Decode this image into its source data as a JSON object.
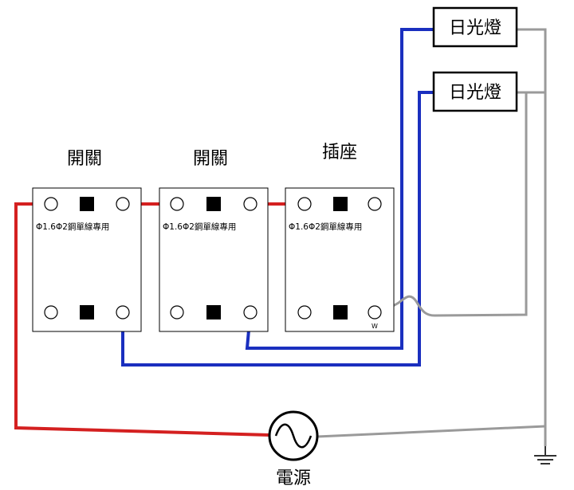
{
  "labels": {
    "switch_1": "開關",
    "switch_2": "開關",
    "outlet": "插座",
    "lamp_1": "日光燈",
    "lamp_2": "日光燈",
    "power": "電源"
  },
  "blocks": {
    "spec_1": "Φ1.6Φ2鋼單線專用",
    "spec_2": "Φ1.6Φ2鋼單線專用",
    "spec_3": "Φ1.6Φ2鋼單線專用",
    "terminal_w": "W"
  },
  "colors": {
    "live_wire": "#d42020",
    "switched_wire": "#1a2fbf",
    "neutral_wire": "#9a9a9a",
    "outline": "#000000",
    "background": "#ffffff"
  }
}
